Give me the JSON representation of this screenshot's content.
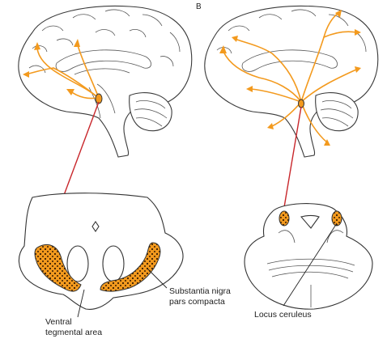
{
  "figure": {
    "panel_label": "B",
    "labels": {
      "substantia_line1": "Substantia nigra",
      "substantia_line2": "pars compacta",
      "ventral_line1": "Ventral",
      "ventral_line2": "tegmental area",
      "locus": "Locus ceruleus"
    },
    "colors": {
      "pathway": "#f39a1e",
      "connector": "#c8262b",
      "outline": "#3a3a3a"
    }
  }
}
